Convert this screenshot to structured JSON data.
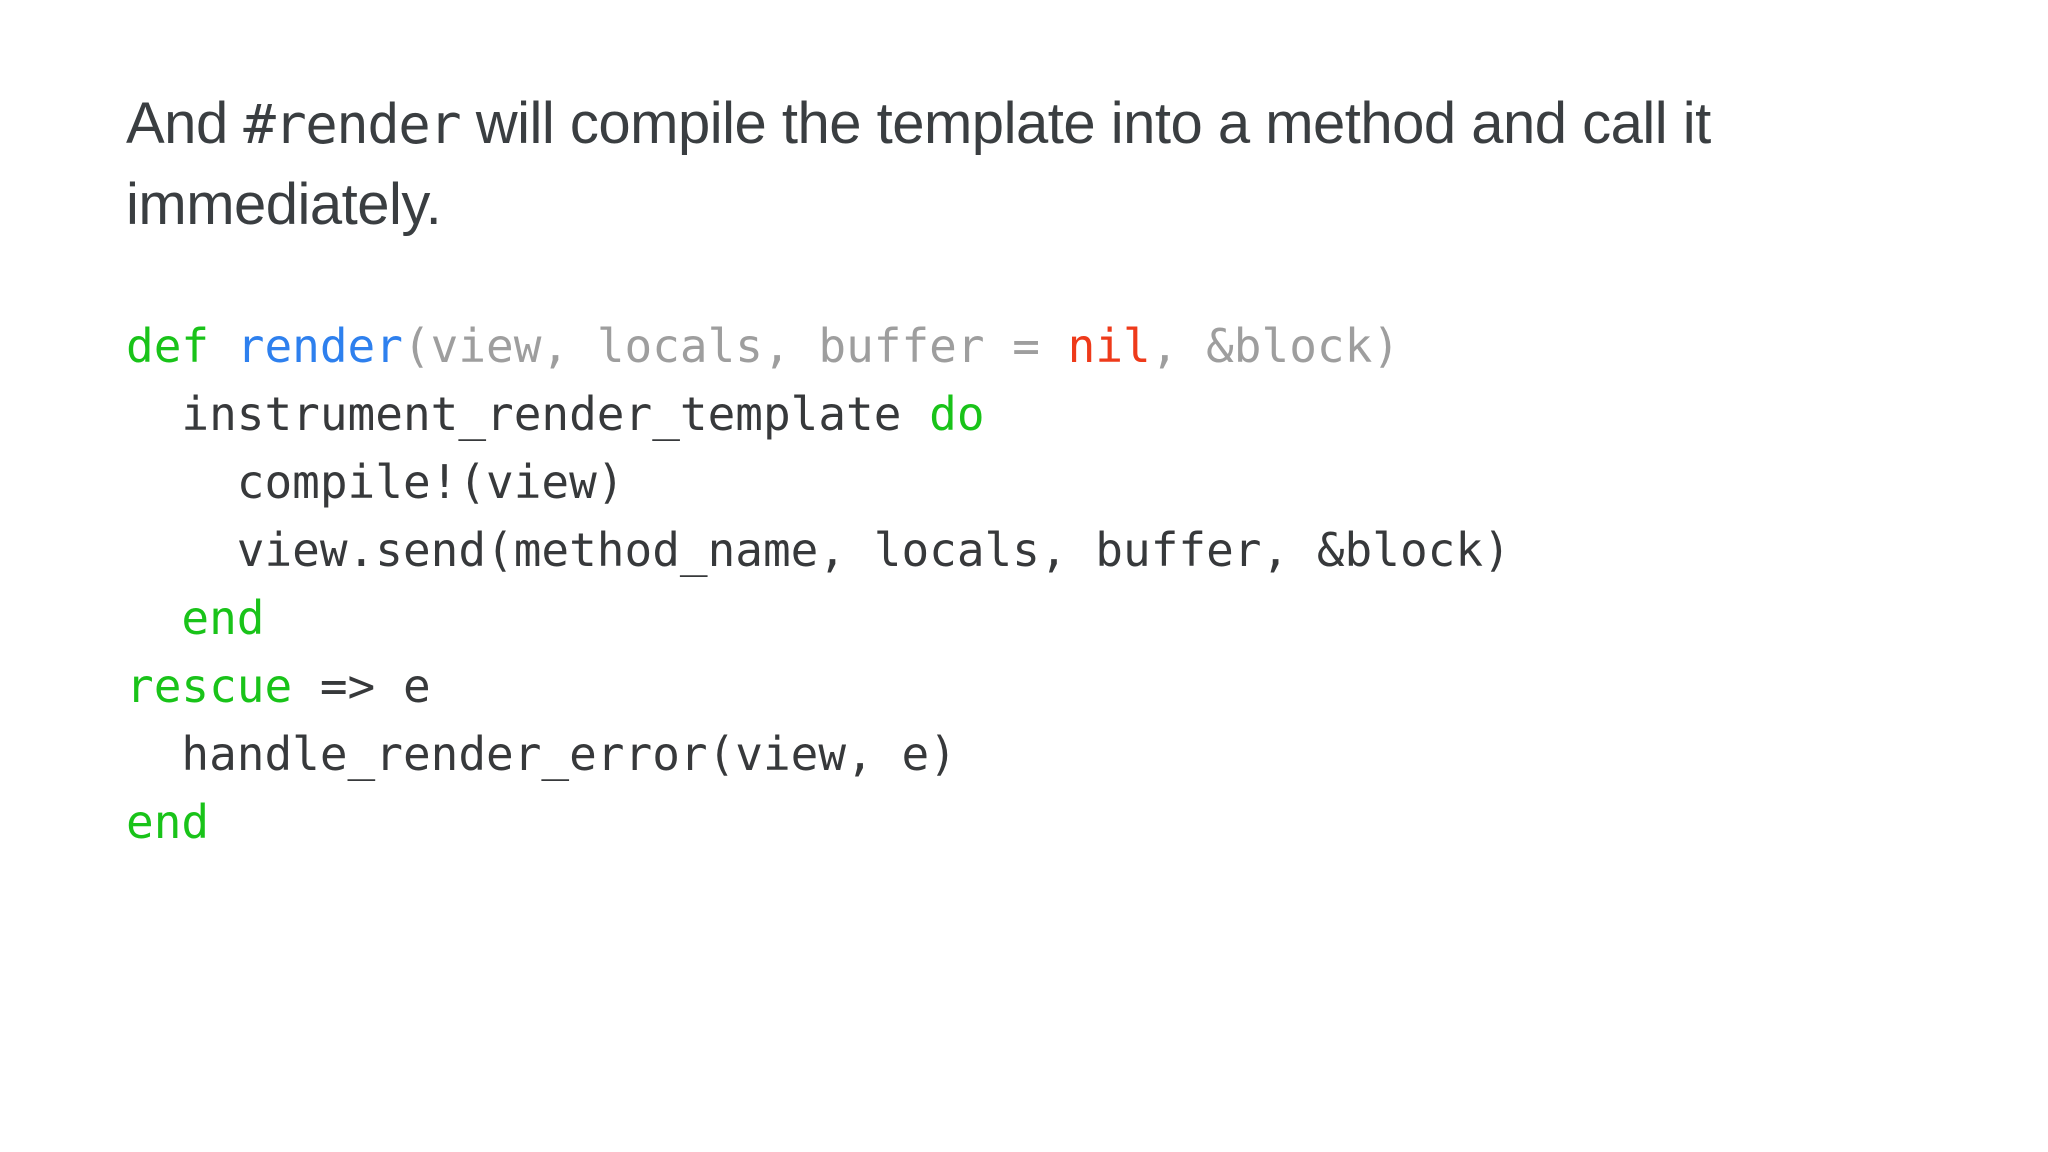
{
  "heading": {
    "prefix": "And ",
    "code_term": "#render",
    "suffix": " will compile the template into a method and call it immediately."
  },
  "code": {
    "colors": {
      "keyword": "#19c319",
      "function": "#2e80ee",
      "literal": "#ee3a1a",
      "muted": "#9e9e9e",
      "default": "#37393b"
    },
    "lines": [
      {
        "tokens": [
          {
            "t": "def ",
            "c": "keyword"
          },
          {
            "t": "render",
            "c": "function"
          },
          {
            "t": "(view, locals, buffer = ",
            "c": "muted"
          },
          {
            "t": "nil",
            "c": "literal"
          },
          {
            "t": ", &block)",
            "c": "muted"
          }
        ]
      },
      {
        "tokens": [
          {
            "t": "  instrument_render_template ",
            "c": "default"
          },
          {
            "t": "do",
            "c": "keyword"
          }
        ]
      },
      {
        "tokens": [
          {
            "t": "    compile!(view)",
            "c": "default"
          }
        ]
      },
      {
        "tokens": [
          {
            "t": "    view.send(method_name, locals, buffer, &block)",
            "c": "default"
          }
        ]
      },
      {
        "tokens": [
          {
            "t": "  end",
            "c": "keyword"
          }
        ]
      },
      {
        "tokens": [
          {
            "t": "rescue",
            "c": "keyword"
          },
          {
            "t": " => e",
            "c": "default"
          }
        ]
      },
      {
        "tokens": [
          {
            "t": "  handle_render_error(view, e)",
            "c": "default"
          }
        ]
      },
      {
        "tokens": [
          {
            "t": "end",
            "c": "keyword"
          }
        ]
      }
    ]
  },
  "page_colors": {
    "background": "#ffffff",
    "heading_text": "#3a3e41"
  }
}
